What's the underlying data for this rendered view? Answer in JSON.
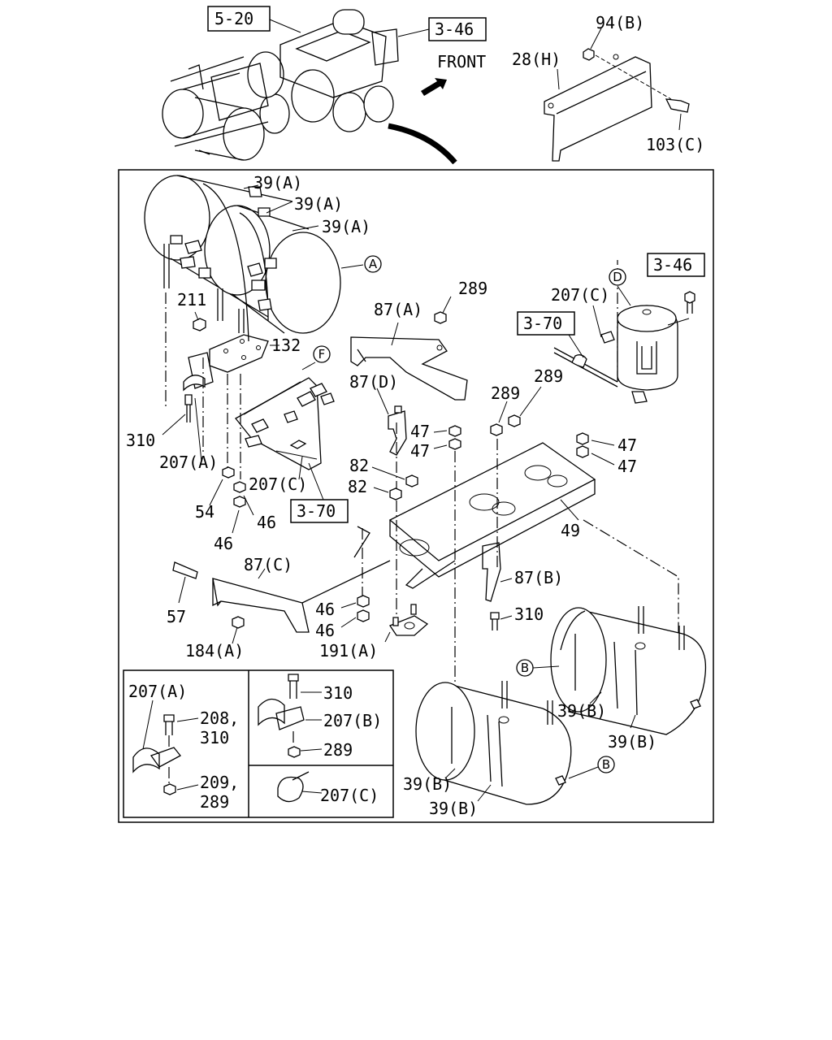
{
  "refs": {
    "r5_20": "5-20",
    "r3_46_top": "3-46",
    "r3_46_right": "3-46",
    "r3_70_right": "3-70",
    "r3_70_left": "3-70"
  },
  "front": "FRONT",
  "circles": {
    "A1": "A",
    "B1": "B",
    "B2": "B",
    "D": "D",
    "F": "F"
  },
  "labels": {
    "l94B": "94(B)",
    "l28H": "28(H)",
    "l103C": "103(C)",
    "l39A_1": "39(A)",
    "l39A_2": "39(A)",
    "l39A_3": "39(A)",
    "l289_top": "289",
    "l207C_right": "207(C)",
    "l87A": "87(A)",
    "l211": "211",
    "l132": "132",
    "l87D": "87(D)",
    "l289_b": "289",
    "l289_c": "289",
    "l47_1": "47",
    "l47_2": "47",
    "l47_3": "47",
    "l47_4": "47",
    "l310_left": "310",
    "l207A_left": "207(A)",
    "l207C_left": "207(C)",
    "l82_1": "82",
    "l82_2": "82",
    "l54": "54",
    "l46_a": "46",
    "l46_b": "46",
    "l49": "49",
    "l87C": "87(C)",
    "l87B": "87(B)",
    "l57": "57",
    "l46_c": "46",
    "l46_d": "46",
    "l310_mid": "310",
    "l184A": "184(A)",
    "l191A": "191(A)",
    "l39B_1": "39(B)",
    "l39B_2": "39(B)",
    "l39B_3": "39(B)",
    "l39B_4": "39(B)",
    "l207A_inset": "207(A)",
    "l208": "208,",
    "l310_inset1": "310",
    "l209": "209,",
    "l289_inset1": "289",
    "l310_inset2": "310",
    "l207B": "207(B)",
    "l289_inset2": "289",
    "l207C_inset": "207(C)"
  }
}
